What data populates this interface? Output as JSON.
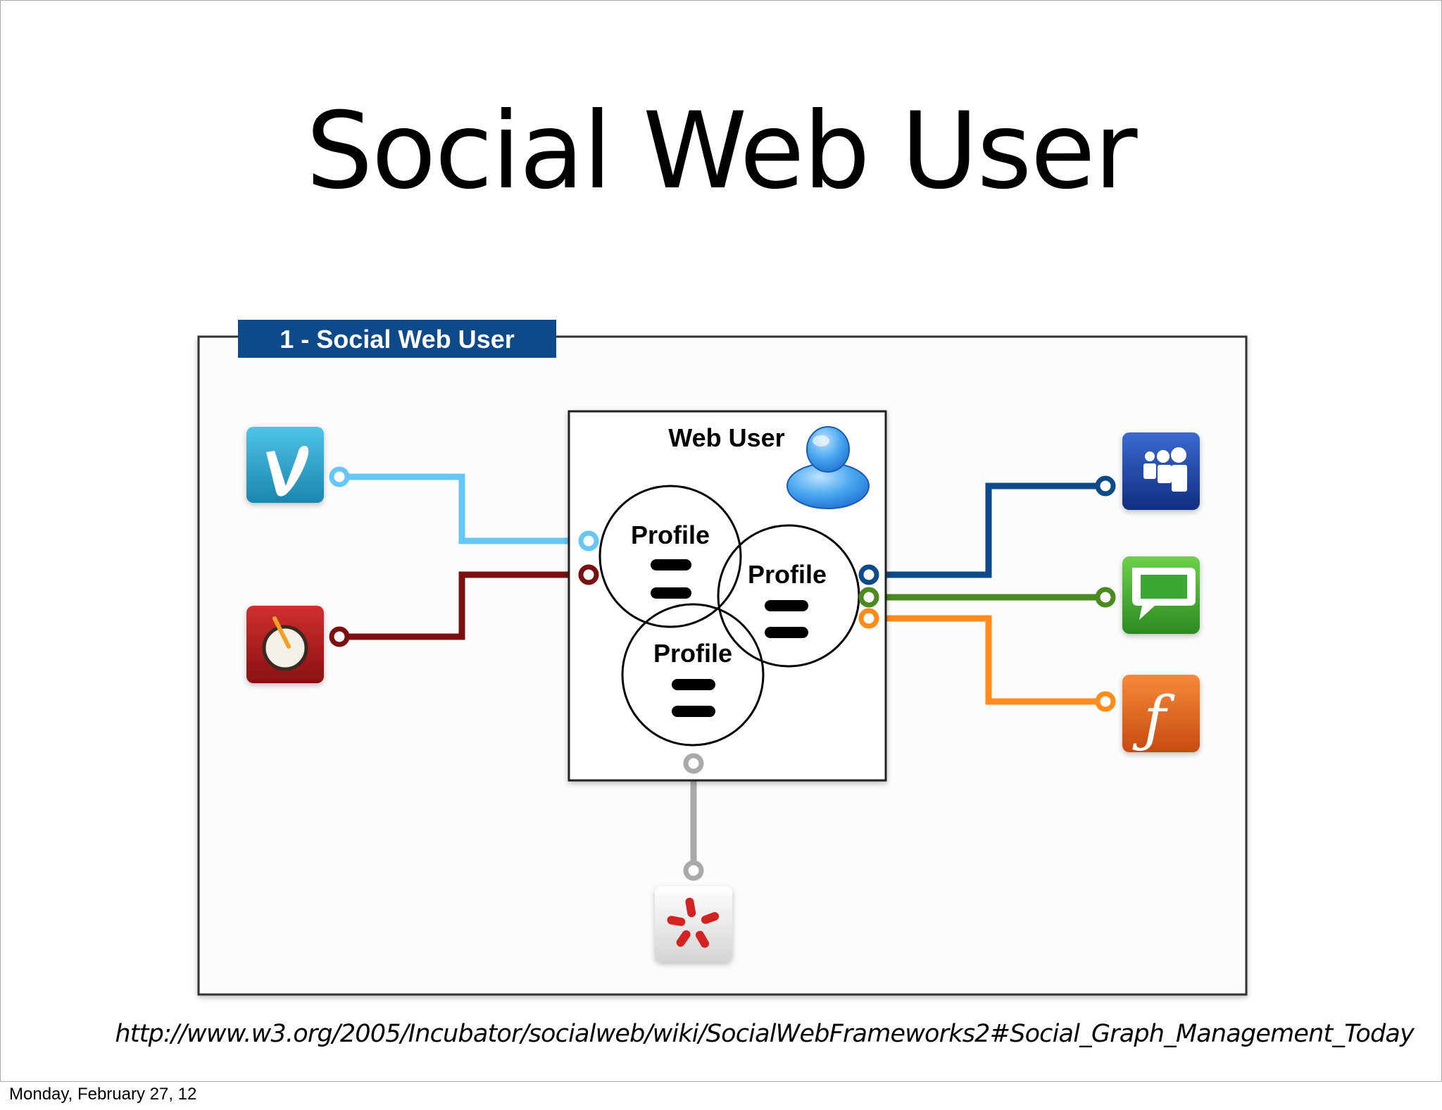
{
  "slide": {
    "title": "Social Web User",
    "source_url": "http://www.w3.org/2005/Incubator/socialweb/wiki/SocialWebFrameworks2#Social_Graph_Management_Today",
    "date": "Monday, February 27, 12"
  },
  "diagram": {
    "frame_label": "1 - Social Web User",
    "user_box_label": "Web User",
    "profiles": [
      {
        "label": "Profile"
      },
      {
        "label": "Profile"
      },
      {
        "label": "Profile"
      }
    ],
    "services": [
      {
        "icon": "vimeo-icon",
        "color": "#2aa0c8",
        "line_color": "#66c7f4"
      },
      {
        "icon": "delicious-drum-icon",
        "color": "#a11a1a",
        "line_color": "#7a1010"
      },
      {
        "icon": "myspace-icon",
        "color": "#1a3f9a",
        "line_color": "#0d4a8a"
      },
      {
        "icon": "speech-bubble-icon",
        "color": "#3aa830",
        "line_color": "#4a8a1e"
      },
      {
        "icon": "friendfeed-icon",
        "color": "#e0601a",
        "line_color": "#ff8c1a"
      },
      {
        "icon": "yelp-icon",
        "color": "#e8e8e8",
        "line_color": "#a9a9a9"
      }
    ],
    "colors": {
      "label_banner": "#0e4a8a",
      "user_icon": "#3a9be8"
    }
  }
}
